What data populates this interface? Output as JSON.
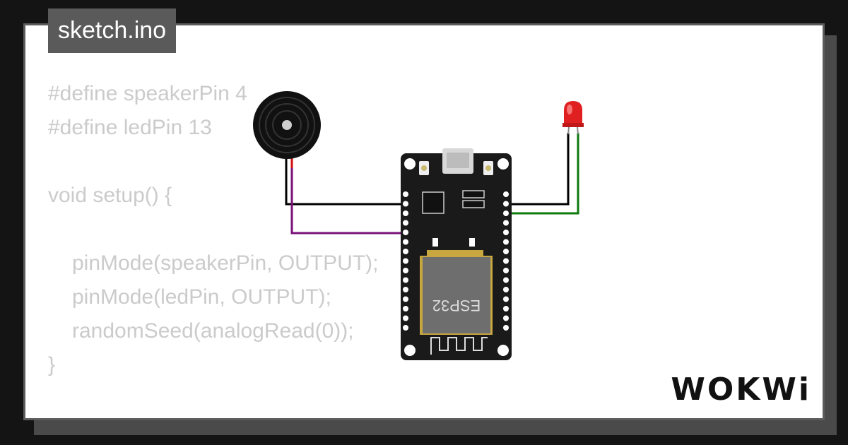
{
  "file_tab": {
    "label": "sketch.ino"
  },
  "code_lines": [
    "#define speakerPin 4",
    "#define ledPin 13",
    "",
    "void setup() {",
    "",
    "pinMode(speakerPin, OUTPUT);",
    "pinMode(ledPin, OUTPUT);",
    "randomSeed(analogRead(0));",
    "}",
    ""
  ],
  "board": {
    "chip_label": "ESP32"
  },
  "brand": {
    "logo_text": "WOKWi"
  },
  "colors": {
    "background": "#141414",
    "card": "#ffffff",
    "code_text": "#cbcbcb",
    "wire_black": "#000000",
    "wire_purple": "#7a127a",
    "wire_green": "#0c7a0c",
    "board": "#1a1a1a",
    "led": "#e02020"
  },
  "icons": [
    "buzzer-icon",
    "led-icon",
    "esp32-board-icon",
    "wokwi-logo"
  ]
}
